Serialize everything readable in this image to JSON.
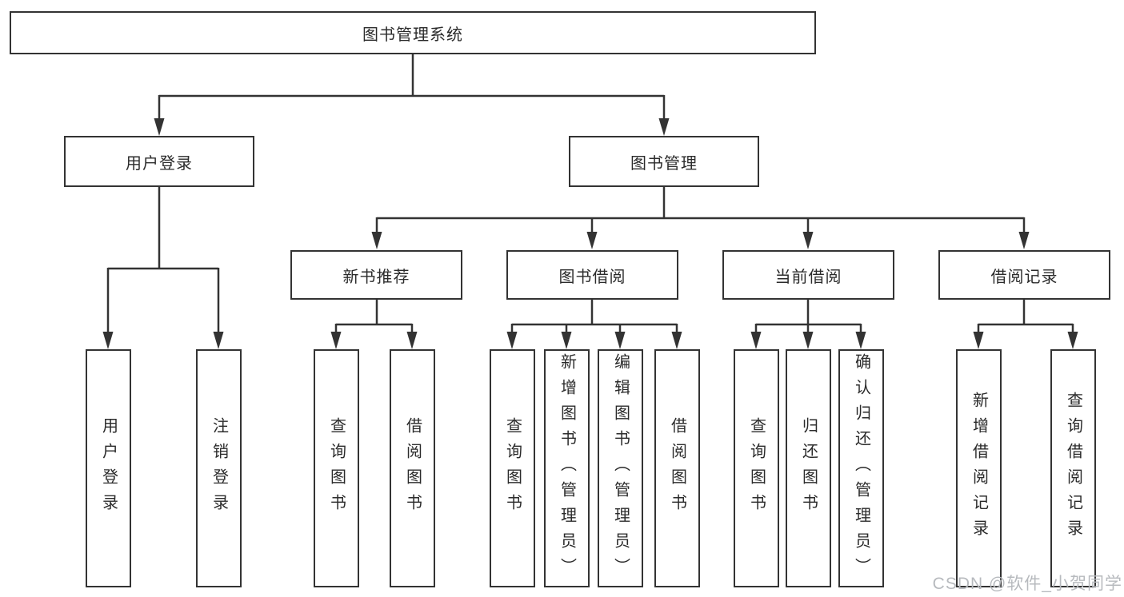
{
  "tree": {
    "root": {
      "label": "图书管理系统",
      "children": [
        {
          "label": "用户登录",
          "children": [
            {
              "label": "用户登录"
            },
            {
              "label": "注销登录"
            }
          ]
        },
        {
          "label": "图书管理",
          "children": [
            {
              "label": "新书推荐",
              "children": [
                {
                  "label": "查询图书"
                },
                {
                  "label": "借阅图书"
                }
              ]
            },
            {
              "label": "图书借阅",
              "children": [
                {
                  "label": "查询图书"
                },
                {
                  "label": "新增图书（管理员）"
                },
                {
                  "label": "编辑图书（管理员）"
                },
                {
                  "label": "借阅图书"
                }
              ]
            },
            {
              "label": "当前借阅",
              "children": [
                {
                  "label": "查询图书"
                },
                {
                  "label": "归还图书"
                },
                {
                  "label": "确认归还（管理员）"
                }
              ]
            },
            {
              "label": "借阅记录",
              "children": [
                {
                  "label": "新增借阅记录"
                },
                {
                  "label": "查询借阅记录"
                }
              ]
            }
          ]
        }
      ]
    }
  },
  "watermark": {
    "text": "CSDN @软件_小贺同学"
  },
  "colors": {
    "line": "#333333",
    "text": "#2b2b2b",
    "background": "#ffffff",
    "watermark": "#b7babe"
  }
}
